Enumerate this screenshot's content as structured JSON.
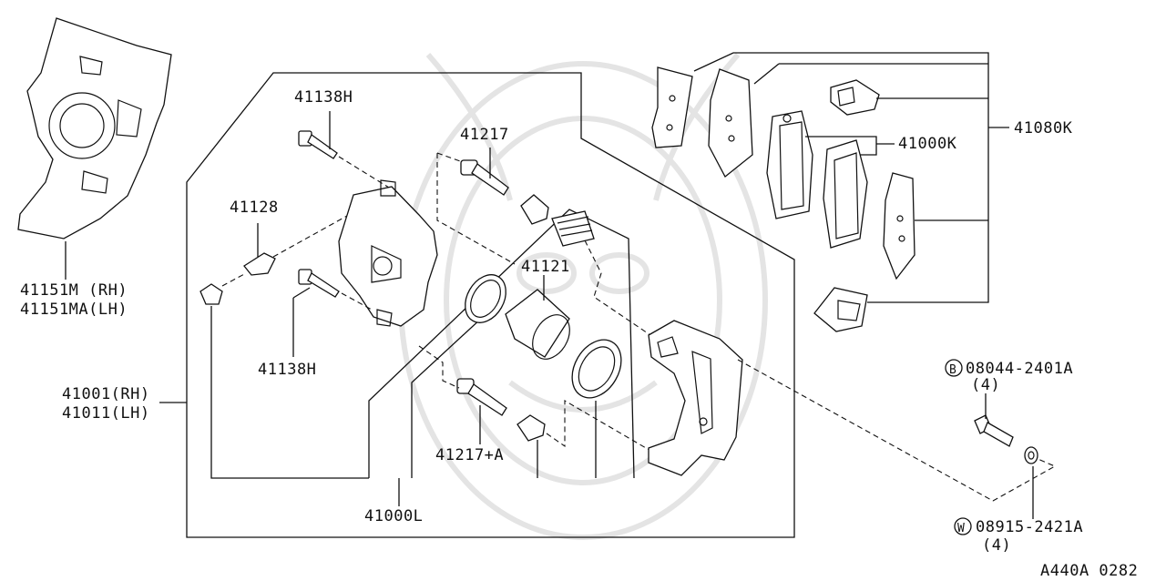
{
  "labels": {
    "splash_guard": [
      "41151M (RH)",
      "41151MA(LH)"
    ],
    "caliper_assy": [
      "41001(RH)",
      "41011(LH)"
    ],
    "bolt_upper": "41138H",
    "bolt_lower": "41138H",
    "bleeder": "41128",
    "pin_upper": "41217",
    "pin_lower": "41217+A",
    "piston": "41121",
    "seal_kit": "41000L",
    "pad_kit": "41000K",
    "pad_hardware": "41080K",
    "bolt_b": "08044-2401A",
    "bolt_b_qty": "(4)",
    "washer_w": "08915-2421A",
    "washer_w_qty": "(4)",
    "bolt_b_mark": "B",
    "washer_w_mark": "W",
    "diagram_code": "A440A 0282"
  }
}
